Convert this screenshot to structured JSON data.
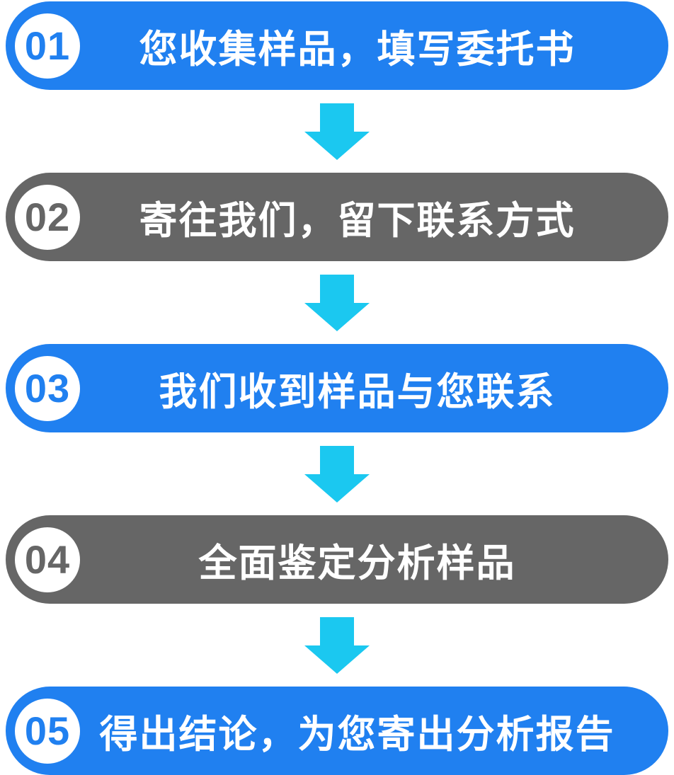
{
  "diagram": {
    "type": "vertical-process-flow",
    "step_count": 5,
    "colors": {
      "step_blue": "#2080F0",
      "step_gray": "#666666",
      "arrow_cyan": "#1BC8F0",
      "badge_background": "#FFFFFF",
      "label_text": "#FFFFFF"
    },
    "steps": [
      {
        "number": "01",
        "label": "您收集样品，填写委托书",
        "color": "#2080F0"
      },
      {
        "number": "02",
        "label": "寄往我们，留下联系方式",
        "color": "#666666"
      },
      {
        "number": "03",
        "label": "我们收到样品与您联系",
        "color": "#2080F0"
      },
      {
        "number": "04",
        "label": "全面鉴定分析样品",
        "color": "#666666"
      },
      {
        "number": "05",
        "label": "得出结论，为您寄出分析报告",
        "color": "#2080F0"
      }
    ],
    "arrow": {
      "direction": "down",
      "color": "#1BC8F0"
    }
  }
}
